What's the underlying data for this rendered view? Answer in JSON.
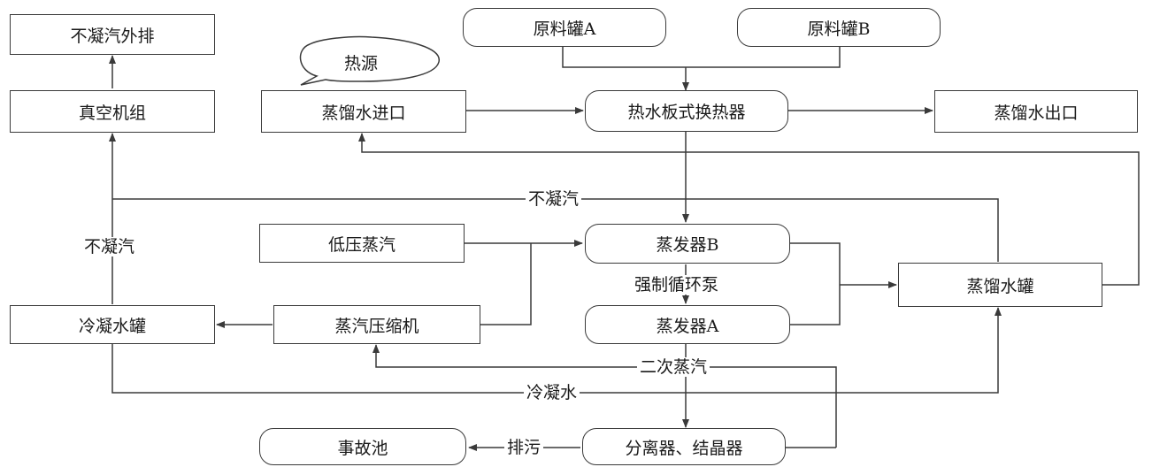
{
  "nodes": {
    "noncondensable_exhaust": "不凝汽外排",
    "vacuum_unit": "真空机组",
    "distilled_water_inlet": "蒸馏水进口",
    "heat_source": "热源",
    "raw_tank_a": "原料罐A",
    "raw_tank_b": "原料罐B",
    "plate_heat_exchanger": "热水板式换热器",
    "distilled_water_outlet": "蒸馏水出口",
    "low_pressure_steam": "低压蒸汽",
    "evaporator_b": "蒸发器B",
    "evaporator_a": "蒸发器A",
    "distilled_water_tank": "蒸馏水罐",
    "condensate_tank": "冷凝水罐",
    "steam_compressor": "蒸汽压缩机",
    "accident_pool": "事故池",
    "separator_crystallizer": "分离器、结晶器"
  },
  "labels": {
    "noncondensable_top": "不凝汽",
    "noncondensable_left": "不凝汽",
    "forced_circulation_pump": "强制循环泵",
    "secondary_steam": "二次蒸汽",
    "condensate_water": "冷凝水",
    "blowdown": "排污"
  },
  "colors": {
    "line": "#3a3a3a",
    "text": "#1a1a1a"
  }
}
